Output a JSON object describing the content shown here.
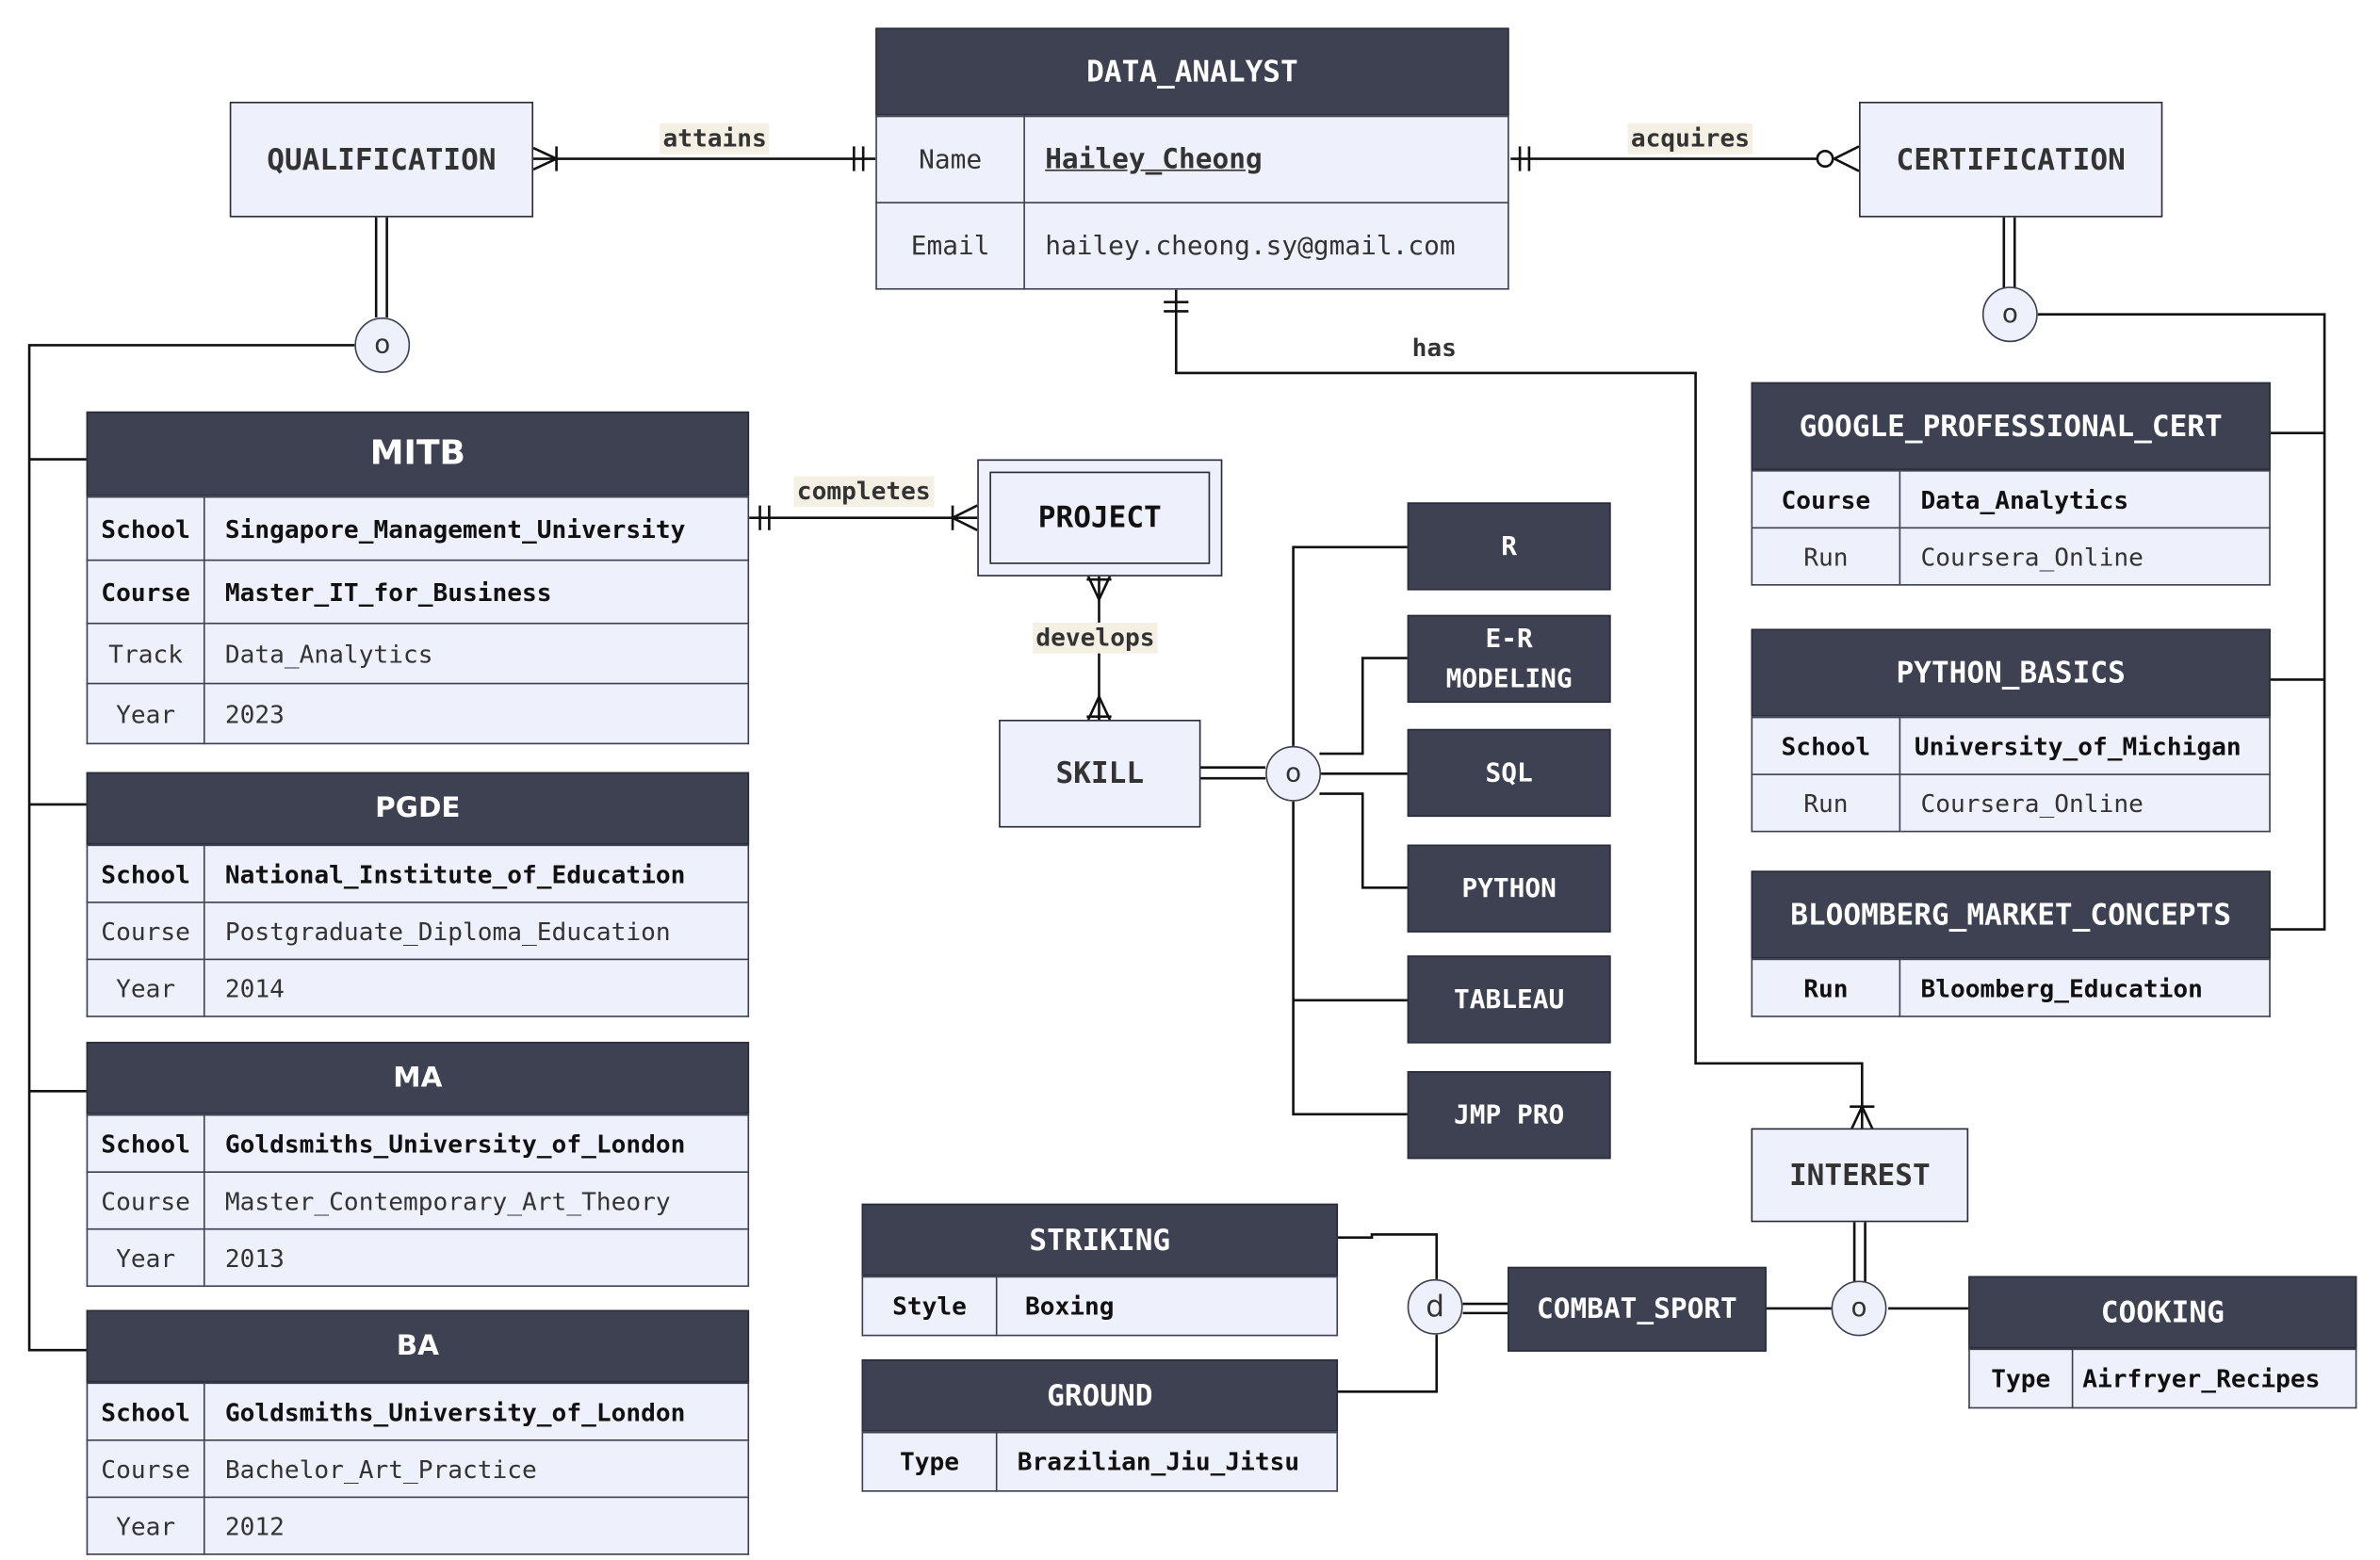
{
  "entities": {
    "data_analyst": {
      "title": "DATA_ANALYST",
      "rows": [
        {
          "k": "Name",
          "v": "Hailey_Cheong"
        },
        {
          "k": "Email",
          "v": "hailey.cheong.sy@gmail.com"
        }
      ]
    },
    "qualification": "QUALIFICATION",
    "certification": "CERTIFICATION",
    "project": "PROJECT",
    "skill": "SKILL",
    "interest": "INTEREST",
    "combat_sport": "COMBAT_SPORT",
    "mitb": {
      "title": "MITB",
      "rows": [
        {
          "k": "School",
          "v": "Singapore_Management_University"
        },
        {
          "k": "Course",
          "v": "Master_IT_for_Business"
        },
        {
          "k": "Track",
          "v": "Data_Analytics"
        },
        {
          "k": "Year",
          "v": "2023"
        }
      ]
    },
    "pgde": {
      "title": "PGDE",
      "rows": [
        {
          "k": "School",
          "v": "National_Institute_of_Education"
        },
        {
          "k": "Course",
          "v": "Postgraduate_Diploma_Education"
        },
        {
          "k": "Year",
          "v": "2014"
        }
      ]
    },
    "ma": {
      "title": "MA",
      "rows": [
        {
          "k": "School",
          "v": "Goldsmiths_University_of_London"
        },
        {
          "k": "Course",
          "v": "Master_Contemporary_Art_Theory"
        },
        {
          "k": "Year",
          "v": "2013"
        }
      ]
    },
    "ba": {
      "title": "BA",
      "rows": [
        {
          "k": "School",
          "v": "Goldsmiths_University_of_London"
        },
        {
          "k": "Course",
          "v": "Bachelor_Art_Practice"
        },
        {
          "k": "Year",
          "v": "2012"
        }
      ]
    },
    "google": {
      "title": "GOOGLE_PROFESSIONAL_CERT",
      "rows": [
        {
          "k": "Course",
          "v": "Data_Analytics"
        },
        {
          "k": "Run",
          "v": "Coursera_Online"
        }
      ]
    },
    "python_basics": {
      "title": "PYTHON_BASICS",
      "rows": [
        {
          "k": "School",
          "v": "University_of_Michigan"
        },
        {
          "k": "Run",
          "v": "Coursera_Online"
        }
      ]
    },
    "bloomberg": {
      "title": "BLOOMBERG_MARKET_CONCEPTS",
      "rows": [
        {
          "k": "Run",
          "v": "Bloomberg_Education"
        }
      ]
    },
    "striking": {
      "title": "STRIKING",
      "rows": [
        {
          "k": "Style",
          "v": "Boxing"
        }
      ]
    },
    "ground": {
      "title": "GROUND",
      "rows": [
        {
          "k": "Type",
          "v": "Brazilian_Jiu_Jitsu"
        }
      ]
    },
    "cooking": {
      "title": "COOKING",
      "rows": [
        {
          "k": "Type",
          "v": "Airfryer_Recipes"
        }
      ]
    }
  },
  "skills": {
    "r": "R",
    "er_line1": "E-R",
    "er_line2": "MODELING",
    "sql": "SQL",
    "python": "PYTHON",
    "tableau": "TABLEAU",
    "jmp": "JMP PRO"
  },
  "relationships": {
    "attains": "attains",
    "acquires": "acquires",
    "has": "has",
    "completes": "completes",
    "develops": "develops"
  },
  "specialization": {
    "overlap": "o",
    "disjoint": "d"
  },
  "colors": {
    "dark": "#3e4152",
    "light": "#eef0fb",
    "label_bg": "#f5f0e4"
  }
}
